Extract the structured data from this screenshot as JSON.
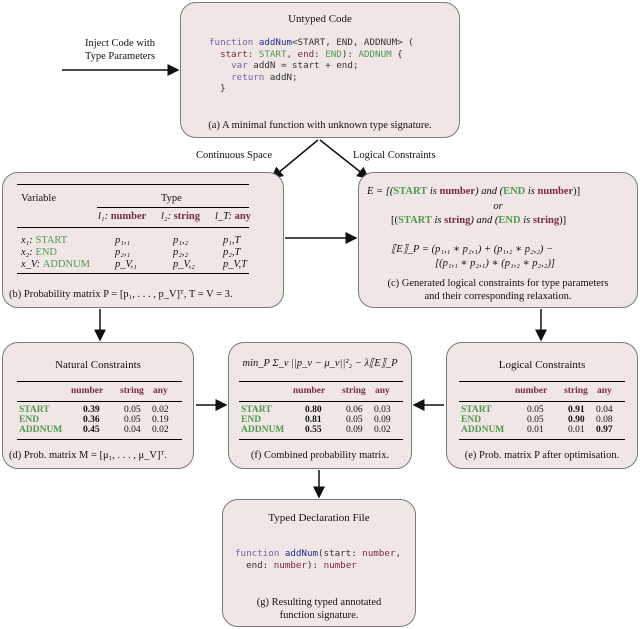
{
  "inject_label": "Inject Code with\nType Parameters",
  "untyped": {
    "title": "Untyped Code",
    "caption": "(a) A minimal function with unknown type signature.",
    "code": {
      "l1_kw": "function",
      "l1_fn": "addNum",
      "l1_rest_a": "<START, END, ADDNUM> (",
      "l2_a": "start: ",
      "l2_t1": "START",
      "l2_b": ", end: ",
      "l2_t2": "END",
      "l2_c": "): ",
      "l2_t3": "ADDNUM",
      "l2_d": " {",
      "l3_kw": "var",
      "l3_rest": " addN = start + end;",
      "l4_kw": "return",
      "l4_rest": " addN;",
      "l5": "}"
    }
  },
  "edges": {
    "continuous": "Continuous Space",
    "logical": "Logical Constraints"
  },
  "prob_matrix": {
    "caption": "(b) Probability matrix P = [p₁, . . . , p_V]ᵀ, T = V = 3.",
    "header_variable": "Variable",
    "header_type": "Type",
    "type_cols": [
      {
        "idx": "l₁: ",
        "name": "number"
      },
      {
        "idx": "l₂: ",
        "name": "string"
      },
      {
        "idx": "l_T: ",
        "name": "any"
      }
    ],
    "rows": [
      {
        "var": "x₁: ",
        "name": "START",
        "vals": [
          "p₁,₁",
          "p₁,₂",
          "p₁,T"
        ]
      },
      {
        "var": "x₂: ",
        "name": "END",
        "vals": [
          "p₂,₁",
          "p₂,₂",
          "p₂,T"
        ]
      },
      {
        "var": "x_V: ",
        "name": "ADDNUM",
        "vals": [
          "p_V,₁",
          "p_V,₂",
          "p_V,T"
        ]
      }
    ]
  },
  "constraints": {
    "line1": {
      "pre": "E = [(",
      "t1": "START",
      "is1": " is ",
      "c1": "number",
      "mid": ") and (",
      "t2": "END",
      "is2": " is ",
      "c2": "number",
      "post": ")]"
    },
    "or": "or",
    "line3": {
      "pre": "[(",
      "t1": "START",
      "is1": " is ",
      "c1": "string",
      "mid": ") and (",
      "t2": "END",
      "is2": " is ",
      "c2": "string",
      "post": ")]"
    },
    "relax1": "⟦E⟧_P = (p₁,₁ ∗ p₂,₁) + (p₁,₂ ∗ p₂,₂) −",
    "relax2": "[(p₁,₁ ∗ p₂,₁) ∗ (p₁,₂ ∗ p₂,₂)]",
    "caption": "(c) Generated logical constraints for type parameters\nand their corresponding relaxation."
  },
  "natural": {
    "title": "Natural Constraints",
    "columns": [
      "number",
      "string",
      "any"
    ],
    "rows": [
      {
        "name": "START",
        "vals": [
          "0.39",
          "0.05",
          "0.02"
        ],
        "bold": 0
      },
      {
        "name": "END",
        "vals": [
          "0.36",
          "0.05",
          "0.19"
        ],
        "bold": 0
      },
      {
        "name": "ADDNUM",
        "vals": [
          "0.45",
          "0.04",
          "0.02"
        ],
        "bold": 0
      }
    ],
    "caption": "(d) Prob. matrix M = [μ₁, . . . , μ_V]ᵀ."
  },
  "combined": {
    "objective": "min_P Σ_v ||p_v − μ_v||²₂ − λ⟦E⟧_P",
    "columns": [
      "number",
      "string",
      "any"
    ],
    "rows": [
      {
        "name": "START",
        "vals": [
          "0.80",
          "0.06",
          "0.03"
        ],
        "bold": 0
      },
      {
        "name": "END",
        "vals": [
          "0.81",
          "0.05",
          "0.09"
        ],
        "bold": 0
      },
      {
        "name": "ADDNUM",
        "vals": [
          "0.55",
          "0.09",
          "0.02"
        ],
        "bold": 0
      }
    ],
    "caption": "(f) Combined probability matrix."
  },
  "logical": {
    "title": "Logical Constraints",
    "columns": [
      "number",
      "string",
      "any"
    ],
    "rows": [
      {
        "name": "START",
        "vals": [
          "0.05",
          "0.91",
          "0.04"
        ],
        "bold": 1
      },
      {
        "name": "END",
        "vals": [
          "0.05",
          "0.90",
          "0.08"
        ],
        "bold": 1
      },
      {
        "name": "ADDNUM",
        "vals": [
          "0.01",
          "0.01",
          "0.97"
        ],
        "bold": 2
      }
    ],
    "caption": "(e) Prob. matrix P after optimisation."
  },
  "typed": {
    "title": "Typed Declaration File",
    "code": {
      "l1_kw": "function",
      "l1_fn": "addNum",
      "l1_a": "(start: ",
      "l1_ty": "number",
      "l1_b": ",",
      "l2_a": "end: ",
      "l2_ty": "number",
      "l2_b": "): ",
      "l2_ret": "number"
    },
    "caption": "(g) Resulting typed annotated\nfunction signature."
  }
}
